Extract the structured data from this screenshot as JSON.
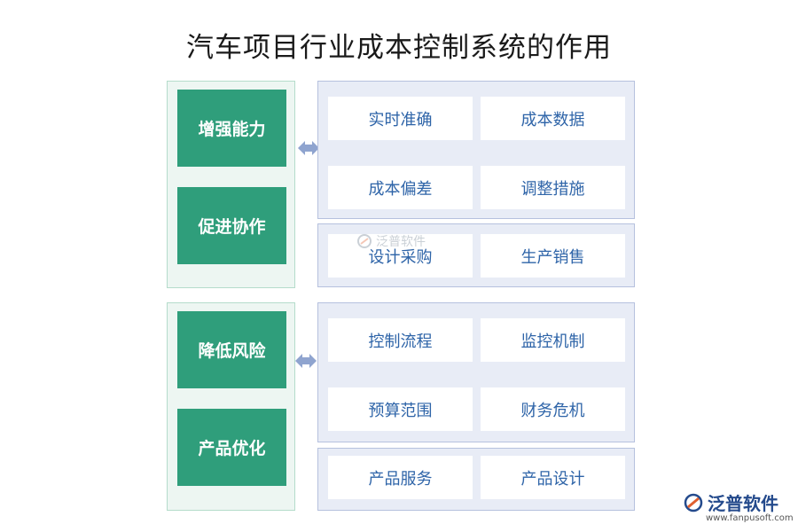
{
  "title": "汽车项目行业成本控制系统的作用",
  "groups": [
    {
      "left": [
        "增强能力",
        "促进协作"
      ],
      "right_top": [
        "实时准确",
        "成本数据",
        "成本偏差",
        "调整措施"
      ],
      "right_bottom": [
        "设计采购",
        "生产销售"
      ]
    },
    {
      "left": [
        "降低风险",
        "产品优化"
      ],
      "right_top": [
        "控制流程",
        "监控机制",
        "预算范围",
        "财务危机"
      ],
      "right_bottom": [
        "产品服务",
        "产品设计"
      ]
    }
  ],
  "watermark": "泛普软件",
  "logo": {
    "name": "泛普软件",
    "url": "www.fanpusoft.com"
  },
  "colors": {
    "green": "#2f9e7b",
    "blue_text": "#2e64a8",
    "arrow": "#8fa4cf"
  }
}
